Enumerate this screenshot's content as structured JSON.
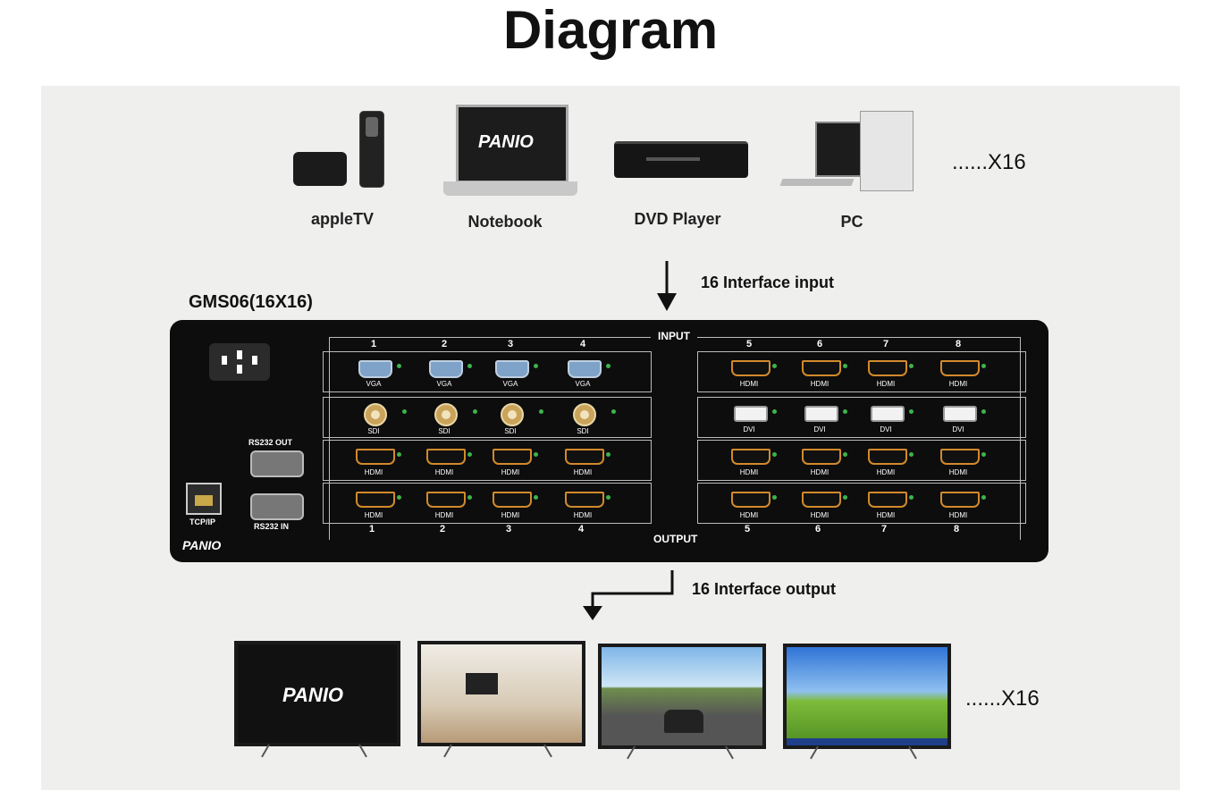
{
  "title": "Diagram",
  "sources": {
    "items": [
      {
        "label": "appleTV",
        "icon": "apple-tv-icon"
      },
      {
        "label": "Notebook",
        "icon": "notebook-icon"
      },
      {
        "label": "DVD Player",
        "icon": "dvd-player-icon"
      },
      {
        "label": "PC",
        "icon": "pc-icon"
      }
    ],
    "times": "......X16"
  },
  "input_note": "16 Interface input",
  "output_note": "16 Interface output",
  "model": "GMS06(16X16)",
  "device": {
    "brand": "PANIO",
    "input_header": "INPUT",
    "output_header": "OUTPUT",
    "input_numbers": [
      "1",
      "2",
      "3",
      "4",
      "5",
      "6",
      "7",
      "8"
    ],
    "output_numbers": [
      "1",
      "2",
      "3",
      "4",
      "5",
      "6",
      "7",
      "8"
    ],
    "rows_left": [
      [
        "VGA",
        "VGA",
        "VGA",
        "VGA"
      ],
      [
        "SDI",
        "SDI",
        "SDI",
        "SDI"
      ],
      [
        "HDMI",
        "HDMI",
        "HDMI",
        "HDMI"
      ],
      [
        "HDMI",
        "HDMI",
        "HDMI",
        "HDMI"
      ]
    ],
    "rows_right": [
      [
        "HDMI",
        "HDMI",
        "HDMI",
        "HDMI"
      ],
      [
        "DVI",
        "DVI",
        "DVI",
        "DVI"
      ],
      [
        "HDMI",
        "HDMI",
        "HDMI",
        "HDMI"
      ],
      [
        "HDMI",
        "HDMI",
        "HDMI",
        "HDMI"
      ]
    ],
    "rs232_out": "RS232 OUT",
    "rs232_in": "RS232 IN",
    "tcpip": "TCP/IP"
  },
  "displays": {
    "times": "......X16",
    "tv1_brand": "PANIO"
  },
  "colors": {
    "panel": "#efefee",
    "device": "#0d0d0d",
    "hdmi": "#d28a2b",
    "led": "#3cb44b"
  }
}
